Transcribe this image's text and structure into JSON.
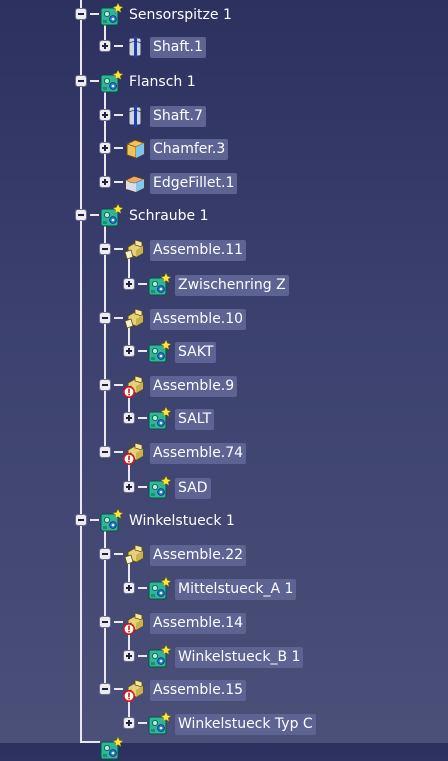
{
  "tree": {
    "nodes": [
      {
        "label": "Sensorspitze 1",
        "icon": "product-icon",
        "expander": "minus",
        "highlight": false,
        "selected_constraint": false
      },
      {
        "label": "Shaft.1",
        "icon": "shaft-icon",
        "expander": "plus",
        "highlight": true,
        "selected_constraint": false
      },
      {
        "label": "Flansch 1",
        "icon": "product-icon",
        "expander": "minus",
        "highlight": false,
        "selected_constraint": false
      },
      {
        "label": "Shaft.7",
        "icon": "shaft-icon",
        "expander": "plus",
        "highlight": true,
        "selected_constraint": false
      },
      {
        "label": "Chamfer.3",
        "icon": "chamfer-icon",
        "expander": "plus",
        "highlight": true,
        "selected_constraint": false
      },
      {
        "label": "EdgeFillet.1",
        "icon": "edge-fillet-icon",
        "expander": "plus",
        "highlight": true,
        "selected_constraint": false
      },
      {
        "label": "Schraube 1",
        "icon": "product-icon",
        "expander": "minus",
        "highlight": false,
        "selected_constraint": false
      },
      {
        "label": "Assemble.11",
        "icon": "assemble-icon",
        "expander": "minus",
        "highlight": true,
        "selected_constraint": false
      },
      {
        "label": "Zwischenring Z",
        "icon": "product-icon",
        "expander": "plus",
        "highlight": true,
        "selected_constraint": false
      },
      {
        "label": "Assemble.10",
        "icon": "assemble-icon",
        "expander": "minus",
        "highlight": true,
        "selected_constraint": false
      },
      {
        "label": "SAKT",
        "icon": "product-icon",
        "expander": "plus",
        "highlight": true,
        "selected_constraint": false
      },
      {
        "label": "Assemble.9",
        "icon": "assemble-icon",
        "expander": "minus",
        "highlight": true,
        "selected_constraint": true
      },
      {
        "label": "SALT",
        "icon": "product-icon",
        "expander": "plus",
        "highlight": true,
        "selected_constraint": false
      },
      {
        "label": "Assemble.74",
        "icon": "assemble-icon",
        "expander": "minus",
        "highlight": true,
        "selected_constraint": true
      },
      {
        "label": "SAD",
        "icon": "product-icon",
        "expander": "plus",
        "highlight": true,
        "selected_constraint": false
      },
      {
        "label": "Winkelstueck 1",
        "icon": "product-icon",
        "expander": "minus",
        "highlight": false,
        "selected_constraint": false
      },
      {
        "label": "Assemble.22",
        "icon": "assemble-icon",
        "expander": "minus",
        "highlight": true,
        "selected_constraint": false
      },
      {
        "label": "Mittelstueck_A 1",
        "icon": "product-icon",
        "expander": "plus",
        "highlight": true,
        "selected_constraint": false
      },
      {
        "label": "Assemble.14",
        "icon": "assemble-icon",
        "expander": "minus",
        "highlight": true,
        "selected_constraint": true
      },
      {
        "label": "Winkelstueck_B 1",
        "icon": "product-icon",
        "expander": "plus",
        "highlight": true,
        "selected_constraint": false
      },
      {
        "label": "Assemble.15",
        "icon": "assemble-icon",
        "expander": "minus",
        "highlight": true,
        "selected_constraint": true
      },
      {
        "label": "Winkelstueck Typ C",
        "icon": "product-icon",
        "expander": "plus",
        "highlight": true,
        "selected_constraint": false
      }
    ]
  }
}
